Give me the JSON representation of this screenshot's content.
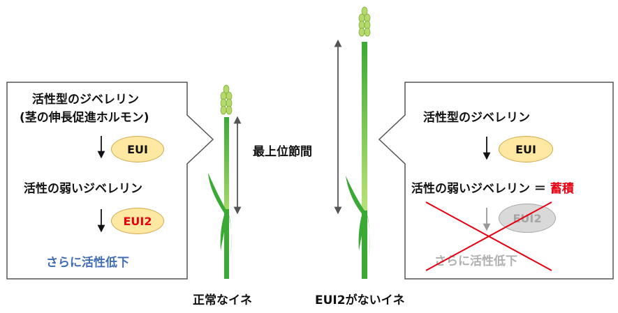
{
  "left_panel": {
    "line1": "活性型のジベレリン",
    "line2": "(茎の伸長促進ホルモン)",
    "enzyme1": "EUI",
    "line3": "活性の弱いジベレリン",
    "enzyme2": "EUI2",
    "result": "さらに活性低下"
  },
  "right_panel": {
    "line1": "活性型のジベレリン",
    "enzyme1": "EUI",
    "line3_prefix": "活性の弱いジベレリン ＝ ",
    "line3_accumulate": "蓄積",
    "enzyme2": "EUI2",
    "result": "さらに活性低下"
  },
  "internode_label": "最上位節間",
  "normal_caption": "正常なイネ",
  "mutant_caption": "EUI2がないイネ",
  "colors": {
    "accent_red": "#e60012",
    "result_blue": "#3f6cb5",
    "faded_grey": "#b0b0b0",
    "pill_fill": "#ffe8a1",
    "plant_green": "#3aa935",
    "plant_light": "#c9e887"
  }
}
